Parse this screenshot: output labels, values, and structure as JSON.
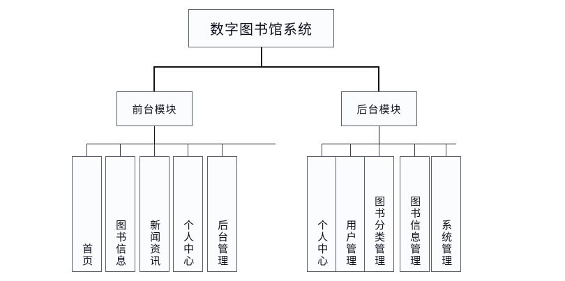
{
  "diagram": {
    "type": "tree",
    "title": "数字图书馆系统",
    "root": {
      "label": "数字图书馆系统"
    },
    "branches": [
      {
        "id": "frontend",
        "label": "前台模块",
        "children": [
          {
            "label": "首页"
          },
          {
            "label": "图书信息"
          },
          {
            "label": "新闻资讯"
          },
          {
            "label": "个人中心"
          },
          {
            "label": "后台管理"
          }
        ]
      },
      {
        "id": "backend",
        "label": "后台模块",
        "children": [
          {
            "label": "个人中心"
          },
          {
            "label": "用户管理"
          },
          {
            "label": "图书分类管理"
          },
          {
            "label": "图书信息管理"
          },
          {
            "label": "系统管理"
          }
        ]
      }
    ],
    "colors": {
      "box_fill": "#fafcfe",
      "box_border": "#5b5f66",
      "connector": "#111318",
      "text": "#0f0f1e",
      "background": "#ffffff"
    }
  }
}
